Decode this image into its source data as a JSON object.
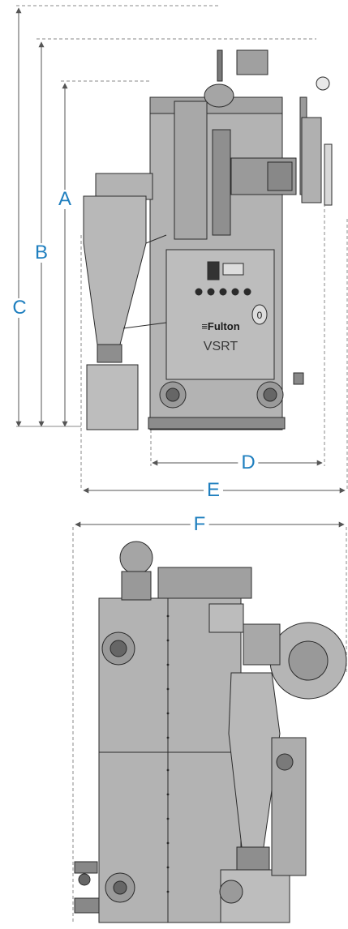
{
  "front_view": {
    "brand": "Fulton",
    "model": "VSRT",
    "panel_dial_label": "0"
  },
  "dimensions": {
    "a": "A",
    "b": "B",
    "c": "C",
    "d": "D",
    "e": "E",
    "f": "F"
  },
  "colors": {
    "dimension": "#1f7fbf",
    "body": "#b3b3b3",
    "body_dark": "#8c8c8c",
    "outline": "#2b2b2b"
  }
}
